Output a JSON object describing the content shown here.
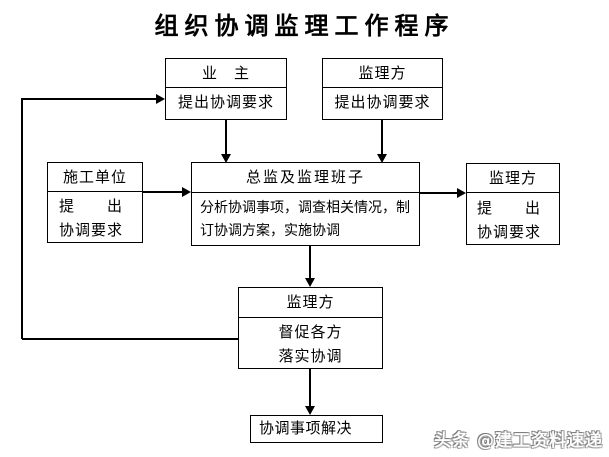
{
  "title": "组织协调监理工作程序",
  "nodes": {
    "owner": {
      "header": "业　主",
      "body": "提出协调要求"
    },
    "supervisor_top": {
      "header": "监理方",
      "body": "提出协调要求"
    },
    "contractor": {
      "header": "施工单位",
      "body_lines": [
        "提　　出",
        "协调要求"
      ]
    },
    "chief": {
      "header": "总监及监理班子",
      "body_lines": [
        "分析协调事项，调查相关情况，制",
        "订协调方案，实施协调"
      ]
    },
    "supervisor_right": {
      "header": "监理方",
      "body_lines": [
        "提　　出",
        "协调要求"
      ]
    },
    "supervisor_bottom": {
      "header": "监理方",
      "body_lines": [
        "督促各方",
        "落实协调"
      ]
    },
    "resolve": {
      "label": "协调事项解决"
    }
  },
  "watermark": {
    "text": "头条 @建工资料速递"
  },
  "colors": {
    "line": "#000000",
    "text": "#000000",
    "background": "#ffffff"
  }
}
